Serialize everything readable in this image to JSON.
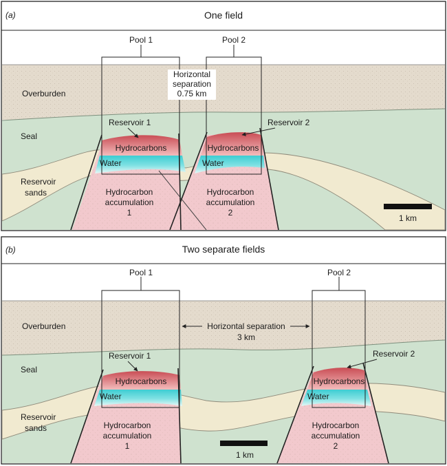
{
  "panels": [
    {
      "letter": "(a)",
      "title": "One field",
      "pool1": "Pool 1",
      "pool2": "Pool 2",
      "separation": [
        "Horizontal",
        "separation",
        "0.75 km"
      ],
      "overburden": "Overburden",
      "seal": "Seal",
      "reservoir_sands": [
        "Reservoir",
        "sands"
      ],
      "reservoir1": "Reservoir 1",
      "reservoir2": "Reservoir 2",
      "hydrocarbons": "Hydrocarbons",
      "water": "Water",
      "accumulation1": [
        "Hydrocarbon",
        "accumulation",
        "1"
      ],
      "accumulation2": [
        "Hydrocarbon",
        "accumulation",
        "2"
      ],
      "scale": "1 km"
    },
    {
      "letter": "(b)",
      "title": "Two separate fields",
      "pool1": "Pool 1",
      "pool2": "Pool 2",
      "separation": [
        "Horizontal separation",
        "3 km"
      ],
      "overburden": "Overburden",
      "seal": "Seal",
      "reservoir_sands": [
        "Reservoir",
        "sands"
      ],
      "reservoir1": "Reservoir 1",
      "reservoir2": "Reservoir 2",
      "hydrocarbons": "Hydrocarbons",
      "water": "Water",
      "accumulation1": [
        "Hydrocarbon",
        "accumulation",
        "1"
      ],
      "accumulation2": [
        "Hydrocarbon",
        "accumulation",
        "2"
      ],
      "scale": "1 km"
    }
  ],
  "colors": {
    "overburden": "#e3dacd",
    "seal": "#cfe2cf",
    "reservoir_sand": "#f1ead0",
    "hydrocarbon": "#d9797a",
    "water": "#56d4d6",
    "accumulation": "#f2c9cd",
    "outline": "#555555"
  }
}
